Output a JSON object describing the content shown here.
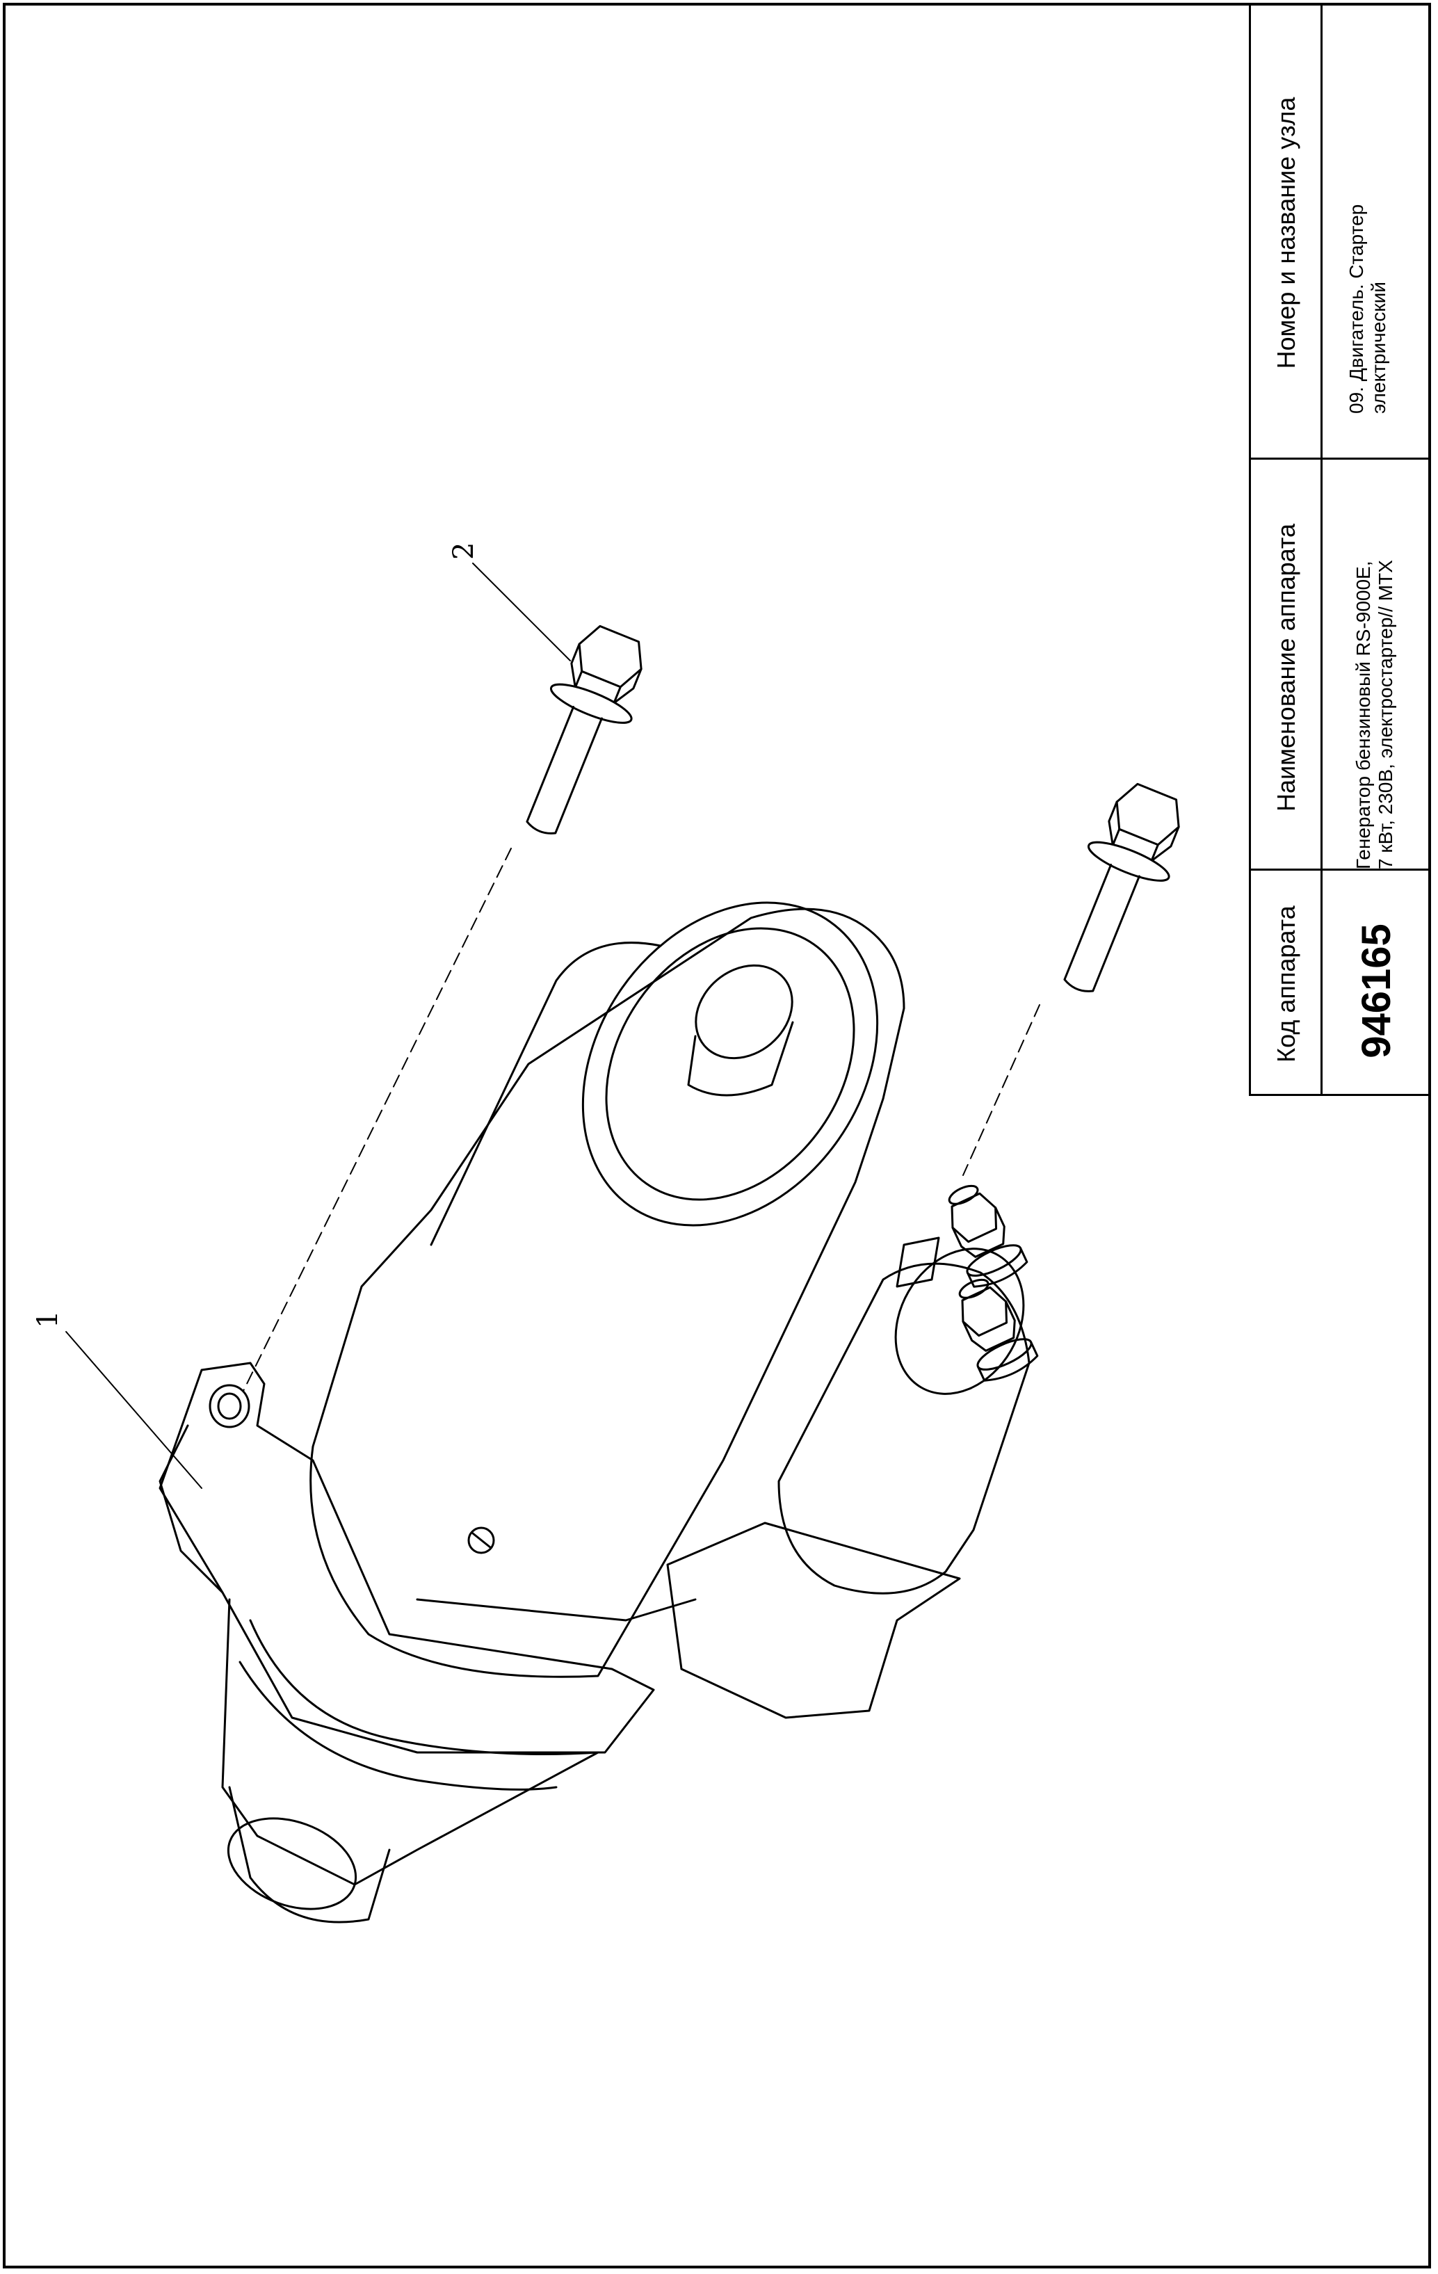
{
  "title_block": {
    "code_header": "Код аппарата",
    "code_value": "946165",
    "name_header": "Наименование аппарата",
    "name_value": "Генератор бензиновый RS-9000E,\n7 кВт, 230В, электростартер// MTX",
    "unit_header": "Номер и название узла",
    "unit_value": "09. Двигатель. Стартер\nэлектрический"
  },
  "callouts": {
    "c1": "1",
    "c2": "2"
  }
}
